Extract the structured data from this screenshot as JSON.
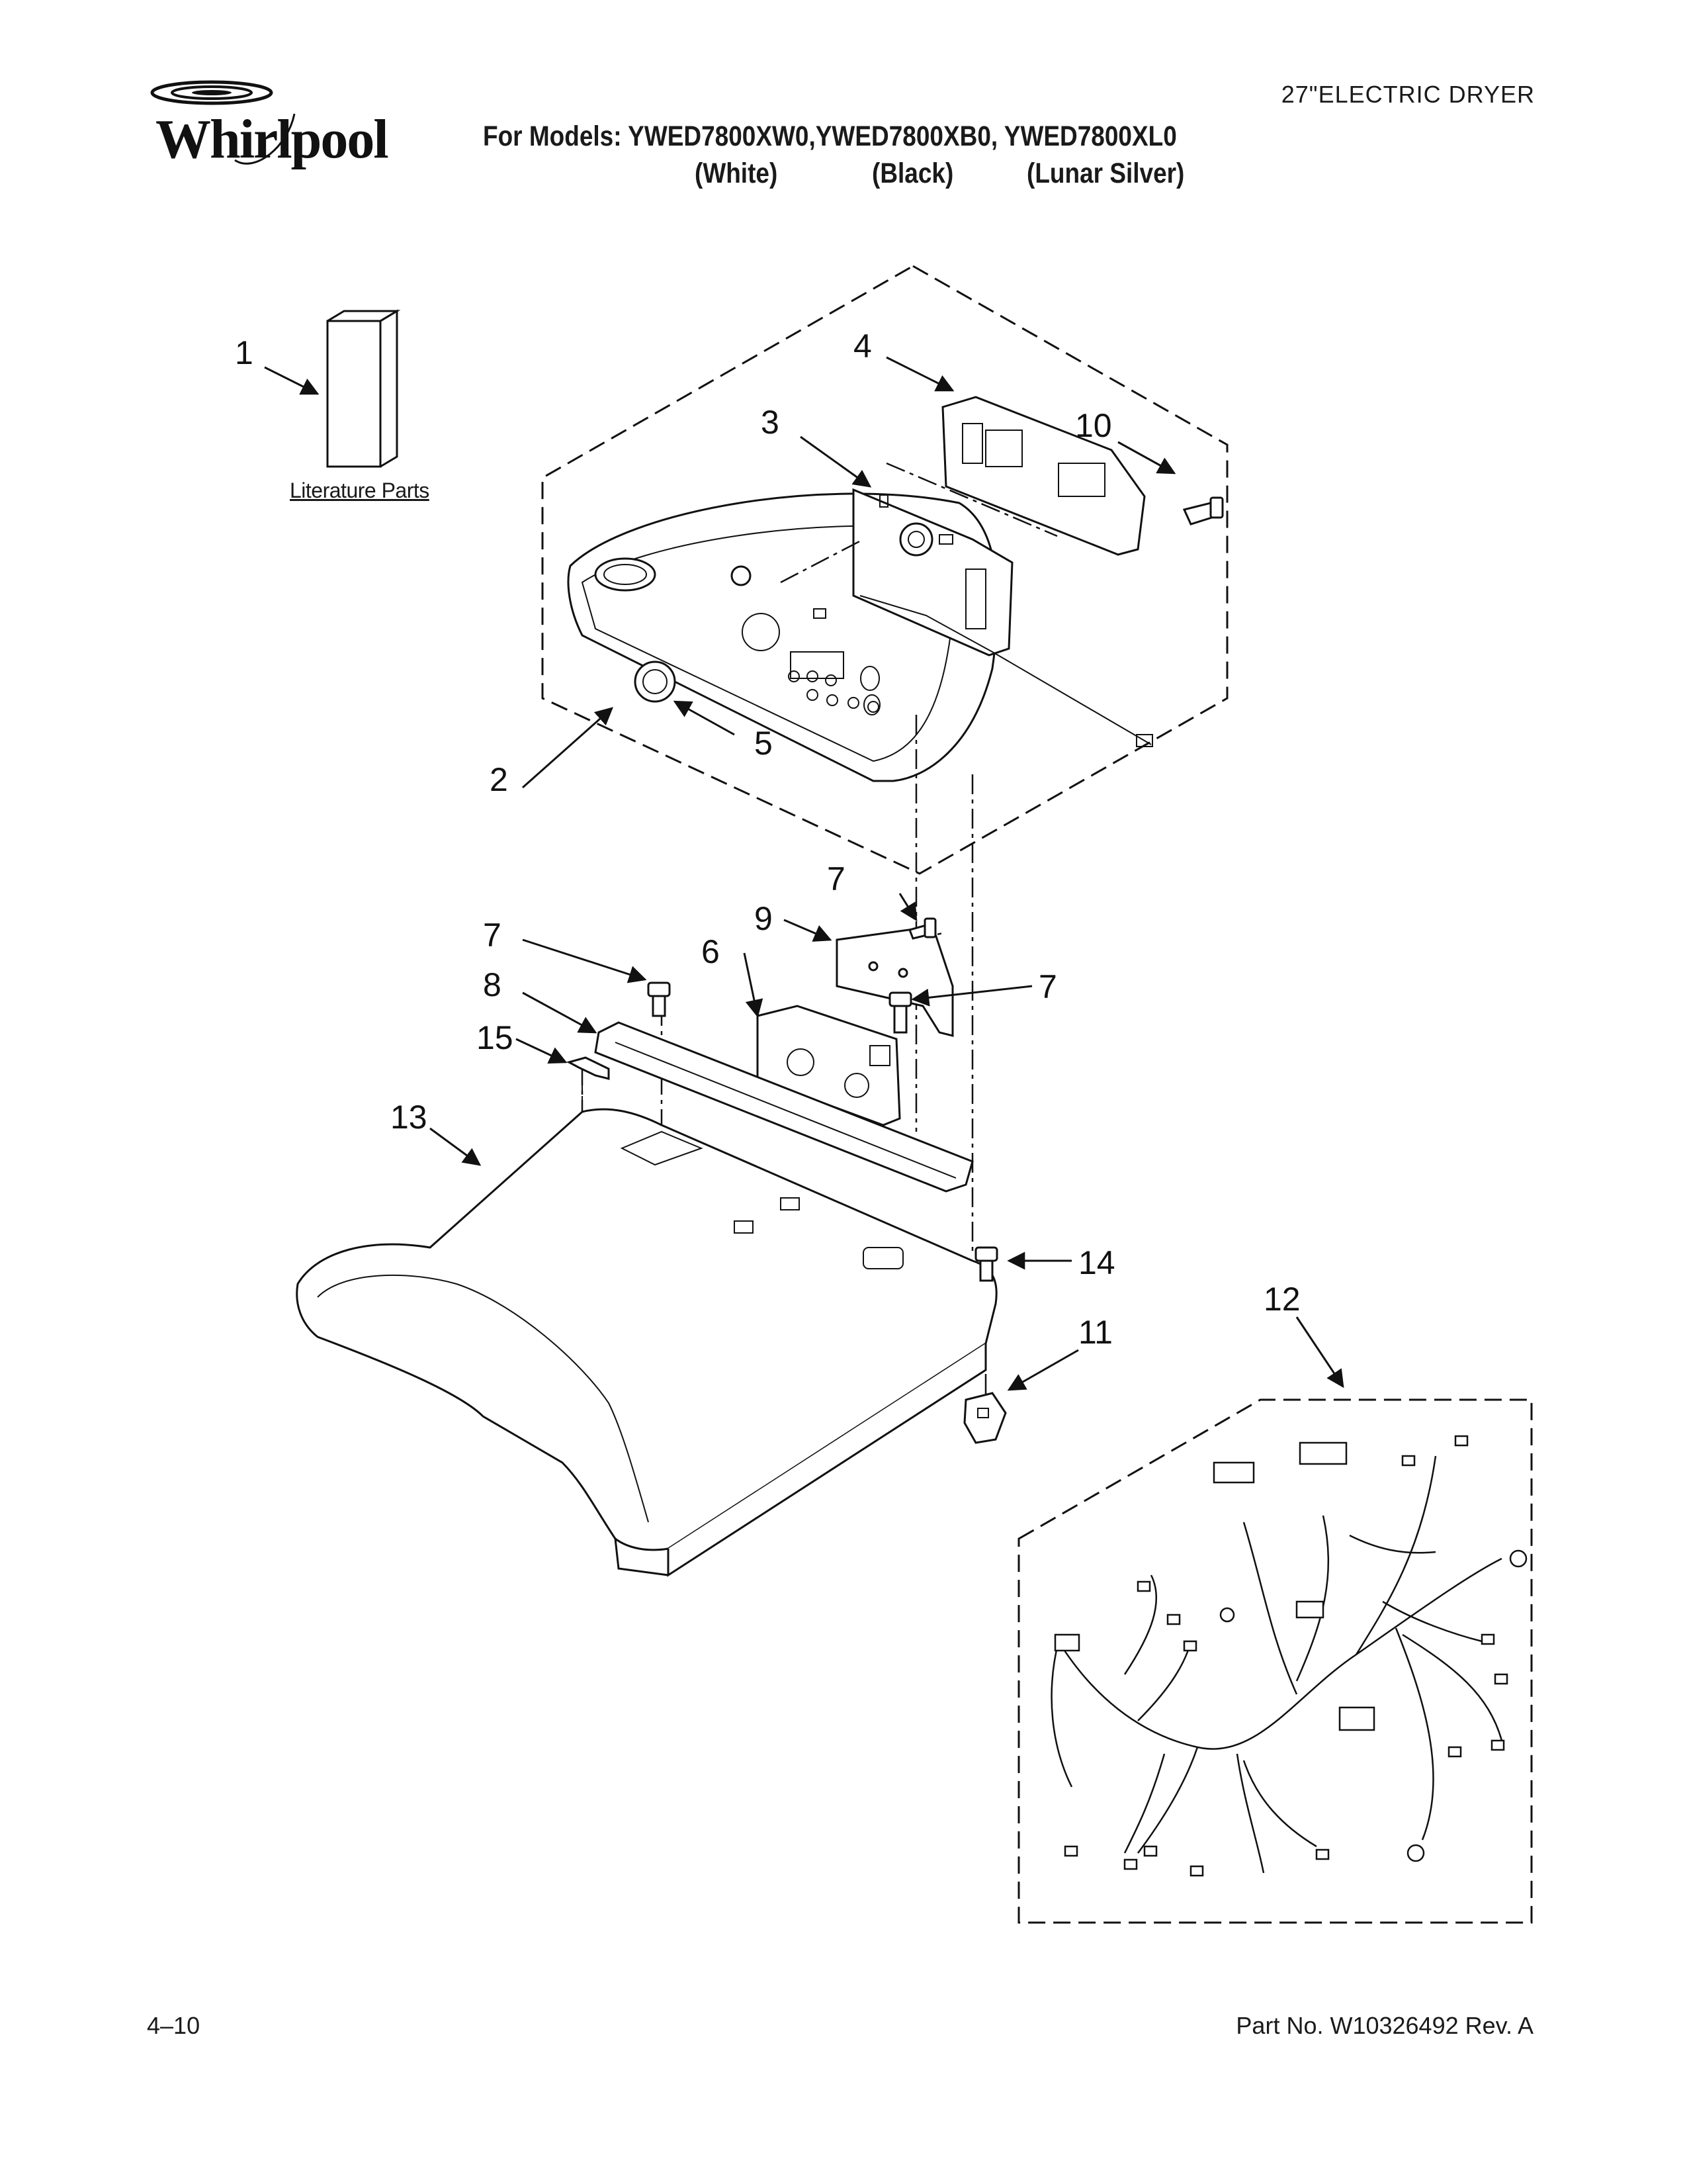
{
  "header": {
    "logo_text": "Whirlpool",
    "document_type": "27\"ELECTRIC DRYER",
    "models_line": "For Models: YWED7800XW0,YWED7800XB0, YWED7800XL0",
    "colors": [
      "(White)",
      "(Black)",
      "(Lunar Silver)"
    ]
  },
  "diagram": {
    "literature_label": "Literature Parts",
    "callouts": [
      "1",
      "2",
      "3",
      "4",
      "5",
      "6",
      "7",
      "7",
      "7",
      "8",
      "9",
      "10",
      "11",
      "12",
      "13",
      "14",
      "15"
    ]
  },
  "footer": {
    "page_number": "4–10",
    "part_number": "Part No. W10326492 Rev. A"
  }
}
